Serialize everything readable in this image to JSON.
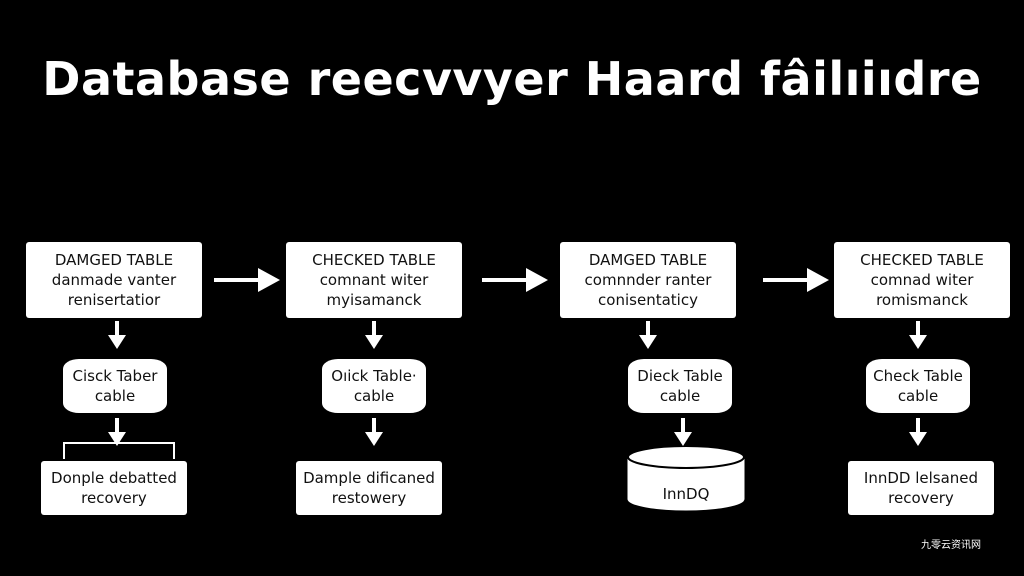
{
  "title": "Database reecvvyer Haard fâilıiıdre",
  "columns": [
    {
      "top_lines": [
        "DAMGED TABLE",
        "danmade vanter",
        "renisertatior"
      ],
      "mid_lines": [
        "Cisck Taber",
        "cable"
      ],
      "bottom_lines": [
        "Donple debatted",
        "recovery"
      ]
    },
    {
      "top_lines": [
        "CHECKED TABLE",
        "comnant witer",
        "myisamanck"
      ],
      "mid_lines": [
        "Oıick Table·",
        "cable"
      ],
      "bottom_lines": [
        "Dample dificaned",
        "restowery"
      ]
    },
    {
      "top_lines": [
        "DAMGED TABLE",
        "comnnder ranter",
        "conisentaticy"
      ],
      "mid_lines": [
        "Dieck Table",
        "cable"
      ],
      "bottom_lines": [
        "InnDQ"
      ]
    },
    {
      "top_lines": [
        "CHECKED TABLE",
        "comnad witer",
        "romismanck"
      ],
      "mid_lines": [
        "Check Table",
        "cable"
      ],
      "bottom_lines": [
        "InnDD lelsaned",
        "recovery"
      ]
    }
  ],
  "watermark": "九零云资讯网",
  "colors": {
    "background": "#000000",
    "box": "#ffffff",
    "text": "#111111"
  }
}
